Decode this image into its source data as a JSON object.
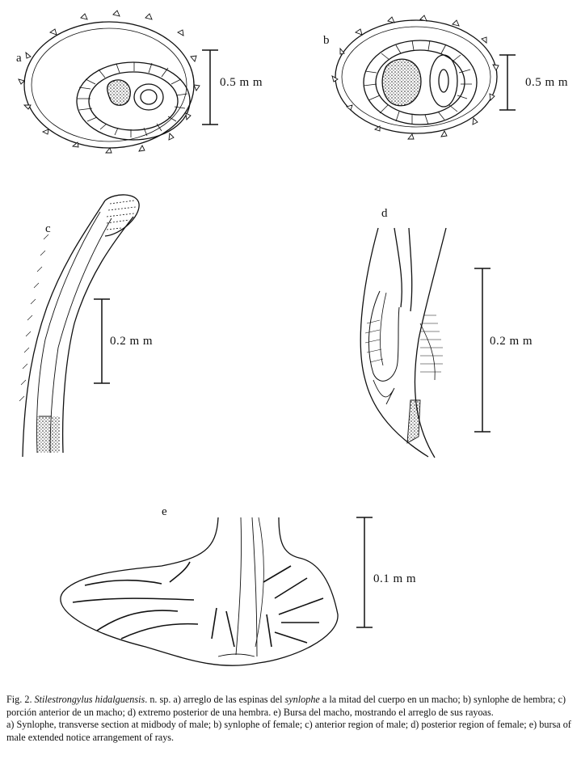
{
  "panels": {
    "a": {
      "label": "a",
      "scale": "0.5 m m"
    },
    "b": {
      "label": "b",
      "scale": "0.5 m m"
    },
    "c": {
      "label": "c",
      "scale": "0.2 m m"
    },
    "d": {
      "label": "d",
      "scale": "0.2 m m"
    },
    "e": {
      "label": "e",
      "scale": "0.1 m m"
    }
  },
  "caption": {
    "es_fig": "Fig. 2.",
    "es_species": "Stilestrongylus hidalguensis",
    "es_part1": ". n. sp. a) arreglo de las espinas del ",
    "es_synlophe": "synlophe",
    "es_part2": " a la mitad del cuerpo en un macho; b) synlophe de hembra; c) porción anterior de un macho; d) extremo posterior de una hembra. e) Bursa del macho, mostrando el arreglo de sus rayoas.",
    "en": "a) Synlophe, transverse section at midbody of male; b) synlophe of female; c) anterior region of male; d) posterior region of female; e) bursa of male extended notice arrangement of rays."
  }
}
